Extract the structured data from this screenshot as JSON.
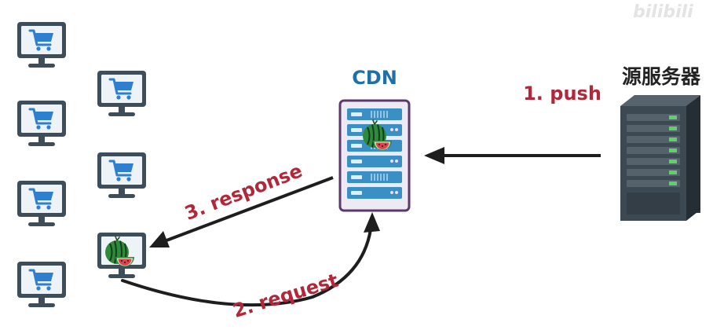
{
  "cdn_label": "CDN",
  "origin_label": "源服务器",
  "steps": {
    "push": "1. push",
    "request": "2. request",
    "response": "3. response"
  },
  "watermark": "bilibili",
  "icons": {
    "client": "shopping-cart-monitor-icon",
    "content": "watermelon-icon",
    "cdn": "server-rack-icon",
    "origin": "server-tower-icon"
  },
  "colors": {
    "cdn_label": "#1f6fa8",
    "step_label": "#b0283a",
    "arrow": "#1e1e1e",
    "monitor": "#3d4d59",
    "screen": "#eef3f7",
    "cart": "#2f7fd1",
    "rack_border": "#5b3a6b",
    "rack_fill": "#eeeaf3",
    "rack_unit": "#3a8fc4",
    "tower": "#3c4852",
    "tower_led": "#5fd06a"
  }
}
